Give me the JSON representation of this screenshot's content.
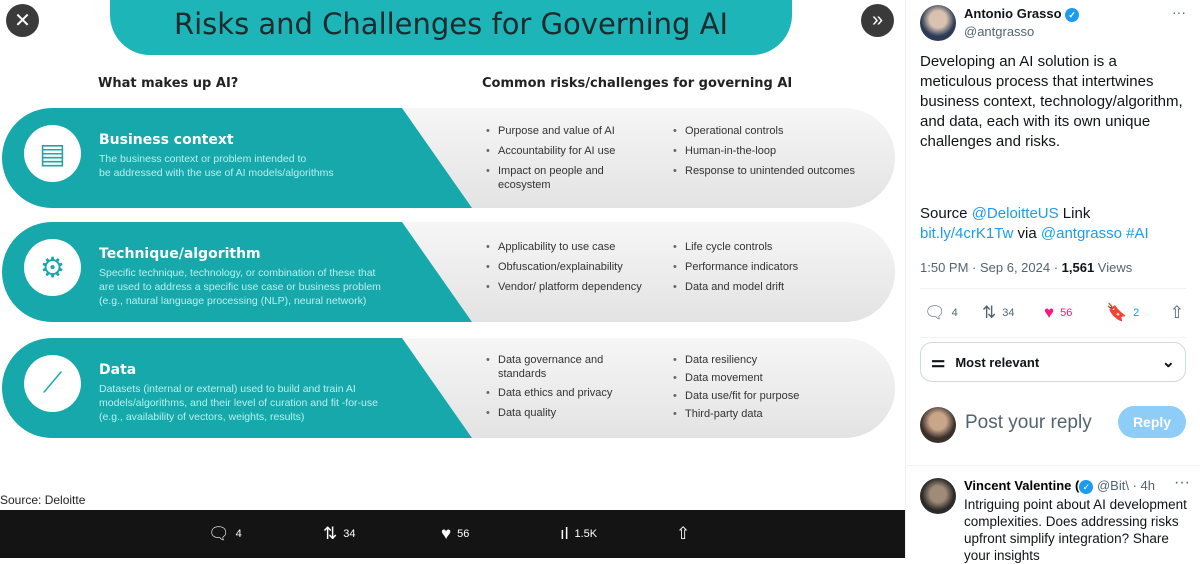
{
  "media": {
    "title": "Risks and Challenges for Governing AI",
    "left_header": "What makes up AI?",
    "right_header": "Common risks/challenges for governing AI",
    "rows": [
      {
        "heading": "Business context",
        "icon": "documents-icon",
        "description": "The business context or problem intended to\nbe addressed with the use of  AI models/algorithms",
        "risks_left": [
          "Purpose and value of AI",
          "Accountability for AI use",
          "Impact on people and ecosystem"
        ],
        "risks_right": [
          "Operational controls",
          "Human-in-the-loop",
          "Response to unintended outcomes"
        ]
      },
      {
        "heading": "Technique/algorithm",
        "icon": "gear-icon",
        "description": "Specific technique, technology, or combination of these that\nare used to address a specific use case or business problem\n(e.g., natural language processing (NLP), neural network)",
        "risks_left": [
          "Applicability to use case",
          "Obfuscation/explainability",
          "Vendor/ platform dependency"
        ],
        "risks_right": [
          "Life cycle controls",
          "Performance indicators",
          "Data and model drift"
        ]
      },
      {
        "heading": "Data",
        "icon": "line-chart-icon",
        "description": "Datasets (internal or external) used to build and train AI\nmodels/algorithms, and their level of curation and fit -for-use\n(e.g., availability of vectors, weights, results)",
        "risks_left": [
          "Data governance and standards",
          "Data ethics and privacy",
          "Data quality"
        ],
        "risks_right": [
          "Data resiliency",
          "Data movement",
          "Data use/fit for purpose",
          "Third-party data"
        ]
      }
    ],
    "source": "Source: Deloitte",
    "accent": "#17a8ab"
  },
  "media_bar": {
    "replies": "4",
    "reposts": "34",
    "likes": "56",
    "views": "1.5K"
  },
  "tweet": {
    "author": "Antonio Grasso",
    "handle": "@antgrasso",
    "text": "Developing an AI solution is a meticulous process that intertwines business context, technology/algorithm, and data, each with its own unique challenges and risks.",
    "source_prefix": "Source ",
    "mention1": "@DeloitteUS",
    "link_word": " Link",
    "link": "bit.ly/4crK1Tw",
    "via": " via ",
    "mention2": "@antgrasso",
    "hashtag": " #AI",
    "time": "1:50 PM · Sep 6, 2024 · ",
    "views": "1,561",
    "views_label": " Views",
    "replies": "4",
    "reposts": "34",
    "likes": "56",
    "bookmarks": "2",
    "sort": "Most relevant",
    "reply_placeholder": "Post your reply",
    "reply_button": "Reply"
  },
  "reply": {
    "author": "Vincent Valentine (",
    "handle": "@Bit\\ · 4h",
    "text": "Intriguing point about AI development complexities. Does addressing risks upfront simplify integration? Share your insights"
  }
}
